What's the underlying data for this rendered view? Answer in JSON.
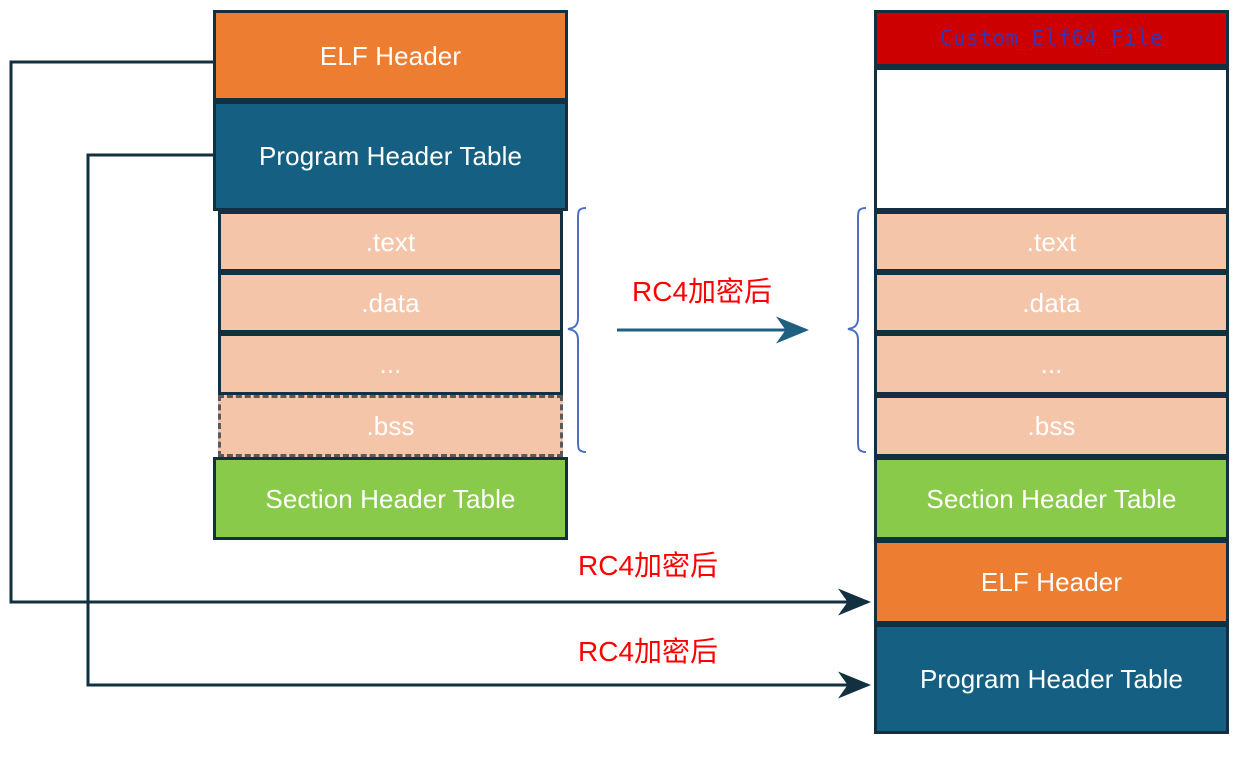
{
  "diagram": {
    "title_text": "ELF to Custom_Elf64_File RC4 transformation",
    "colors": {
      "orange": "#ED7D31",
      "teal": "#156082",
      "green": "#8ACA4A",
      "peach": "#F5C5AA",
      "red": "#CC0000",
      "outline": "#12303F",
      "arrow_dark": "#12303F",
      "arrow_teal": "#1F6080",
      "brace_blue": "#4A6FC4",
      "label_red": "#FF0000",
      "mono_text": "#3A35AE"
    }
  },
  "left_stack": {
    "name": "original-elf-file",
    "blocks": [
      {
        "id": "elf-header",
        "label": "ELF Header",
        "color": "orange",
        "border": "solid"
      },
      {
        "id": "program-header-table",
        "label": "Program Header Table",
        "color": "teal",
        "border": "solid"
      },
      {
        "id": "text-section",
        "label": ".text",
        "color": "peach",
        "border": "solid"
      },
      {
        "id": "data-section",
        "label": ".data",
        "color": "peach",
        "border": "solid"
      },
      {
        "id": "ellipsis-section",
        "label": "...",
        "color": "peach",
        "border": "solid"
      },
      {
        "id": "bss-section",
        "label": ".bss",
        "color": "peach",
        "border": "dashed"
      },
      {
        "id": "section-header-table",
        "label": "Section Header Table",
        "color": "green",
        "border": "solid"
      }
    ]
  },
  "right_stack": {
    "name": "custom-elf64-file",
    "blocks": [
      {
        "id": "custom-title",
        "label": "Custom_Elf64_File",
        "color": "red",
        "border": "solid",
        "mono": true
      },
      {
        "id": "empty-region",
        "label": "",
        "color": "white",
        "border": "solid"
      },
      {
        "id": "text-section",
        "label": ".text",
        "color": "peach",
        "border": "solid"
      },
      {
        "id": "data-section",
        "label": ".data",
        "color": "peach",
        "border": "solid"
      },
      {
        "id": "ellipsis-section",
        "label": "...",
        "color": "peach",
        "border": "solid"
      },
      {
        "id": "bss-section",
        "label": ".bss",
        "color": "peach",
        "border": "solid"
      },
      {
        "id": "section-header-table",
        "label": "Section Header Table",
        "color": "green",
        "border": "solid"
      },
      {
        "id": "elf-header",
        "label": "ELF Header",
        "color": "orange",
        "border": "solid"
      },
      {
        "id": "program-header-table",
        "label": "Program Header Table",
        "color": "teal",
        "border": "solid"
      }
    ]
  },
  "arrows": [
    {
      "id": "sections-arrow",
      "label": "RC4加密后",
      "style": "teal"
    },
    {
      "id": "elf-header-arrow",
      "label": "RC4加密后",
      "style": "dark"
    },
    {
      "id": "program-header-arrow",
      "label": "RC4加密后",
      "style": "dark"
    }
  ]
}
